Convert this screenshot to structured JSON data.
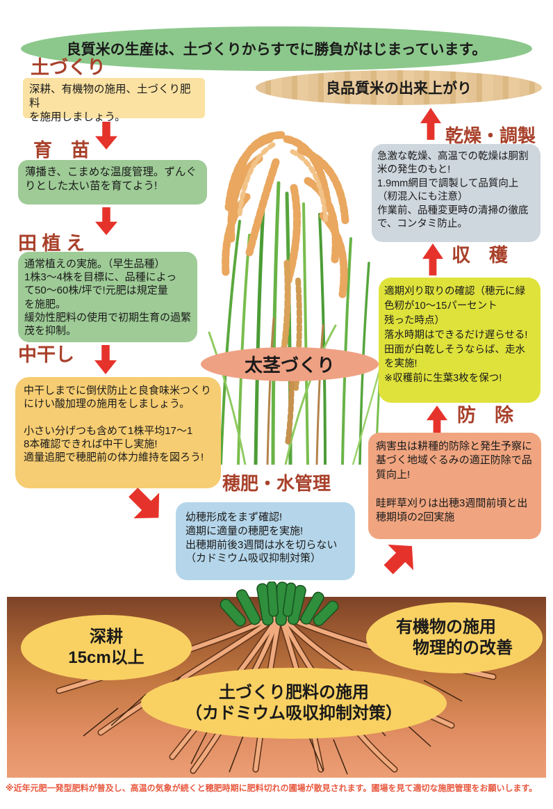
{
  "banner": {
    "title": "良質米の生産は、土づくりからすでに勝負がはじまっています。"
  },
  "goal": {
    "label": "良品質米の出来上がり"
  },
  "center": {
    "label": "太茎づくり"
  },
  "steps": {
    "soil_prep": {
      "title": "土づくり",
      "body": "深耕、有機物の施用、土づくり肥料\nを施用しましょう。"
    },
    "seedling": {
      "title": "育　苗",
      "body": "薄播き、こまめな温度管理。ずんぐ\nりとした太い苗を育てよう!"
    },
    "planting": {
      "title": "田 植 え",
      "body": "通常植えの実施。（早生品種）\n1株3～4株を目標に、品種によっ\nて50～60株/坪で!元肥は規定量\nを施肥。\n緩効性肥料の使用で初期生育の過繁\n茂を抑制。"
    },
    "drain": {
      "title": "中干し",
      "body": "中干しまでに倒伏防止と良食味米つくり\nにけい酸加理の施用をしましょう。\n\n小さい分げつも含めて1株平均17～1\n8本確認できれば中干し実施!\n適量追肥で穂肥前の体力維持を図ろう!"
    },
    "ear_fert": {
      "title": "穂肥・水管理",
      "body": "幼穂形成をまず確認!\n適期に適量の穂肥を実施!\n出穂期前後3週間は水を切らない\n（カドミウム吸収抑制対策）"
    },
    "drying": {
      "title": "乾燥・調製",
      "body": "急激な乾燥、高温での乾燥は胴割\n米の発生のもと!\n1.9mm網目で調製して品質向上\n（籾混入にも注意）\n作業前、品種変更時の清掃の徹底\nで、コンタミ防止。"
    },
    "harvest": {
      "title": "収　穫",
      "body": "適期刈り取りの確認（穂元に緑\n色籾が10～15パーセント\n残った時点）\n落水時期はできるだけ遅らせる!\n田面が白乾しそうならば、走水\nを実施!\n※収穫前に生葉3枚を保つ!"
    },
    "pest": {
      "title": "防　除",
      "body": "病害虫は耕種的防除と発生予察に\n基づく地域ぐるみの適正防除で品\n質向上!\n\n畦畔草刈りは出穂3週間前頃と出\n穂期頃の2回実施"
    }
  },
  "soil": {
    "deep_tillage": "深耕\n15cm以上",
    "organic": "有機物の施用\n　物理的の改善",
    "fertilizer": "土づくり肥料の施用\n（カドミウム吸収抑制対策）"
  },
  "footer": {
    "note": "※近年元肥一発型肥料が普及し、高温の気象が続くと穂肥時期に肥料切れの圃場が散見されます。圃場を見て適切な施肥管理をお願いします。"
  },
  "palette": {
    "heading": "#a8402a",
    "arrow": "#e5332b",
    "banner_green": "#8cc88c",
    "goal_tan": "#e2bf8f",
    "center_salmon": "#efa183",
    "box_yellow_light": "#fbe2a2",
    "box_green": "#9ecb96",
    "box_gold": "#f6cd72",
    "box_blue": "#b5d6ea",
    "box_grey": "#ced6de",
    "box_chartreuse": "#dfe23b",
    "box_salmon": "#f0a580",
    "soil_ellipse": "#f9d163",
    "footer_red": "#e8583e"
  }
}
